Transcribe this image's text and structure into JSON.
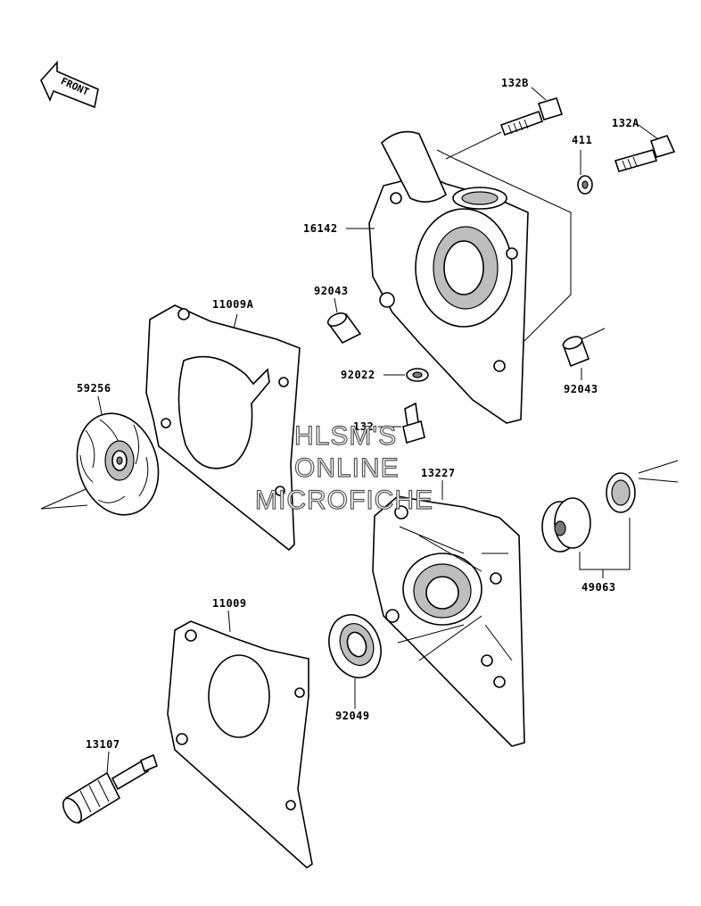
{
  "diagram": {
    "front_badge": "FRONT",
    "watermark": [
      "HLSM'S",
      "ONLINE",
      "MICROFICHE"
    ],
    "parts": {
      "p132B": "132B",
      "p132A": "132A",
      "p411": "411",
      "p16142": "16142",
      "p92043_left": "92043",
      "p92043_right": "92043",
      "p11009A": "11009A",
      "p92022": "92022",
      "p132": "132",
      "p59256": "59256",
      "p13227": "13227",
      "p49063": "49063",
      "p11009": "11009",
      "p92049": "92049",
      "p13107": "13107"
    }
  }
}
